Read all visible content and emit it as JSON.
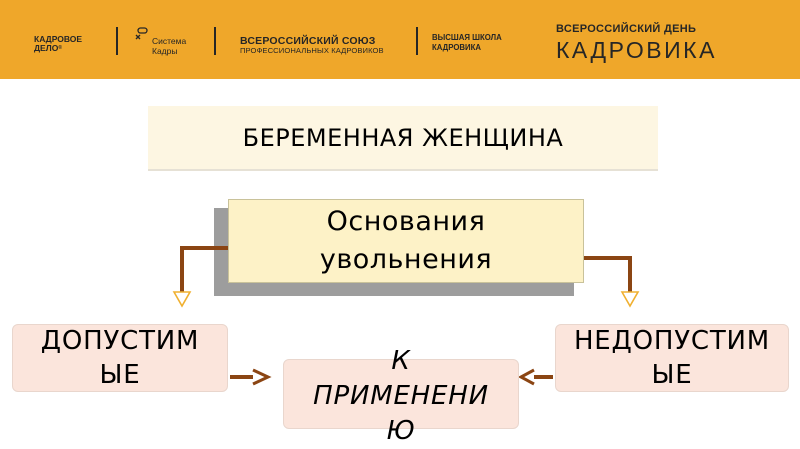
{
  "header": {
    "logo_kadrovoe_line1": "КАДРОВОЕ",
    "logo_kadrovoe_line2": "ДЕЛО",
    "logo_sistema_line1": "Система",
    "logo_sistema_line2": "Кадры",
    "logo_soyuz_line1": "ВСЕРОССИЙСКИЙ СОЮЗ",
    "logo_soyuz_line2": "ПРОФЕССИОНАЛЬНЫХ КАДРОВИКОВ",
    "logo_shkola_line1": "ВЫСШАЯ ШКОЛА",
    "logo_shkola_line2": "КАДРОВИКА",
    "logo_den_line1": "ВСЕРОССИЙСКИЙ ДЕНЬ",
    "logo_den_line2": "КАДРОВИКА",
    "background_color": "#efa72a"
  },
  "slide": {
    "title": "БЕРЕМЕННАЯ ЖЕНЩИНА",
    "reasons_line1": "Основания",
    "reasons_line2": "увольнения",
    "left_line1": "ДОПУСТИМ",
    "left_line2": "ЫЕ",
    "right_line1": "НЕДОПУСТИМ",
    "right_line2": "ЫЕ",
    "center_line1": "К",
    "center_line2": "ПРИМЕНЕНИ",
    "center_line3": "Ю"
  },
  "colors": {
    "arrow": "#8b4513",
    "title_box": "#fdf6e2",
    "reason_box": "#fdf2c7",
    "side_box": "#fbe5dc"
  }
}
